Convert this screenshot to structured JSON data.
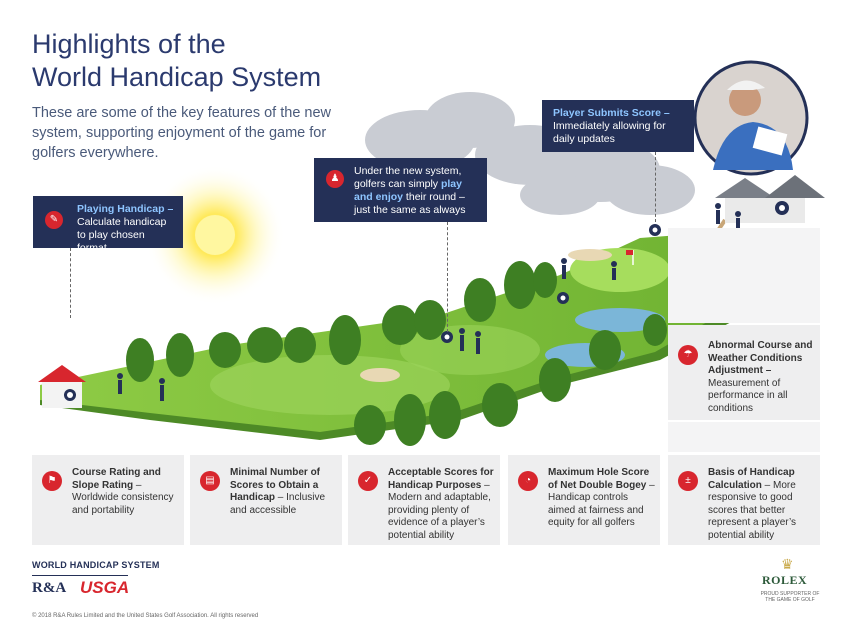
{
  "header": {
    "title_line1": "Highlights of the",
    "title_line2": "World Handicap System",
    "subtitle": "These are some of the key features of the new system, supporting enjoyment of the game for golfers everywhere."
  },
  "callouts": {
    "playing_handicap": {
      "title": "Playing Handicap –",
      "body": "Calculate handicap to play chosen format"
    },
    "enjoy": {
      "pre": "Under the new system, golfers can simply ",
      "highlight": "play and enjoy",
      "post": " their round – just the same as always"
    },
    "submit": {
      "title": "Player Submits Score –",
      "body": "Immediately allowing for daily updates"
    }
  },
  "features": [
    {
      "title": "Course Rating and Slope Rating",
      "body": " – Worldwide consistency and portability"
    },
    {
      "title": "Minimal Number of Scores to Obtain a Handicap",
      "body": " – Inclusive and accessible"
    },
    {
      "title": "Acceptable Scores for Handicap Purposes",
      "body": " – Modern and adaptable, providing plenty of evidence of a player’s potential ability"
    },
    {
      "title": "Maximum Hole Score of Net Double Bogey",
      "body": " – Handicap controls aimed at fairness and equity for all golfers"
    },
    {
      "title": "Basis of Handicap Calculation",
      "body": " – More responsive to good scores that better represent a player’s potential ability"
    }
  ],
  "abnormal": {
    "title": "Abnormal Course and Weather Conditions Adjustment –",
    "body": "Measurement of performance in all conditions"
  },
  "branding": {
    "whs": "WORLD HANDICAP SYSTEM",
    "ra": "R&A",
    "usga": "USGA",
    "rolex": "ROLEX",
    "rolex_tag": "PROUD SUPPORTER OF THE GAME OF GOLF",
    "copyright": "© 2018 R&A Rules Limited and the United States Golf Association. All rights reserved"
  },
  "colors": {
    "navy": "#243057",
    "red": "#d8262e",
    "title_blue": "#2b3a6e",
    "grass": "#7fbf3a"
  }
}
